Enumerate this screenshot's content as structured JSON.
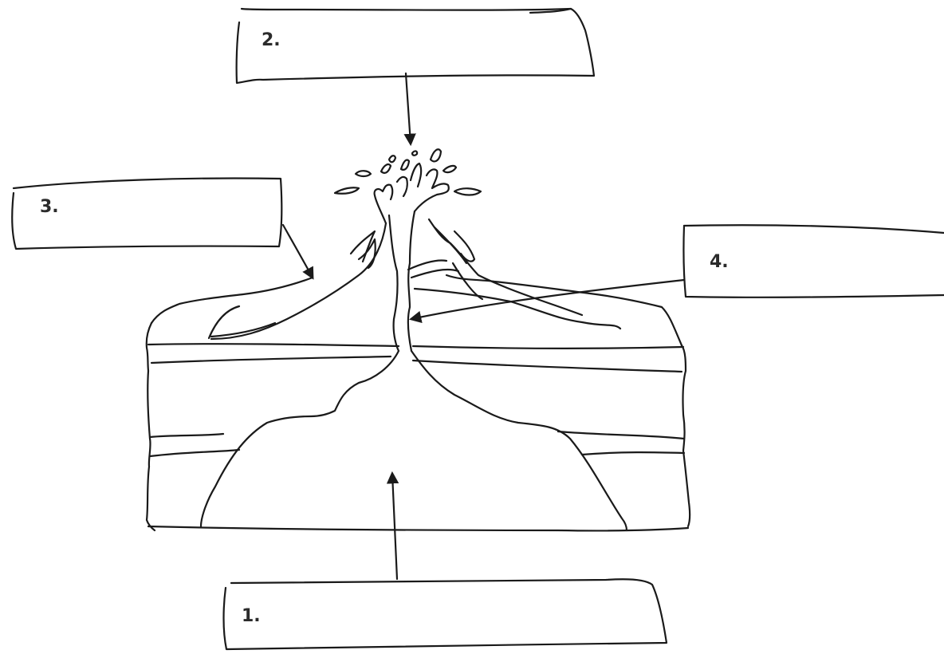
{
  "diagram": {
    "labels": [
      {
        "id": "label-1",
        "text": "1."
      },
      {
        "id": "label-2",
        "text": "2."
      },
      {
        "id": "label-3",
        "text": "3."
      },
      {
        "id": "label-4",
        "text": "4."
      }
    ]
  }
}
